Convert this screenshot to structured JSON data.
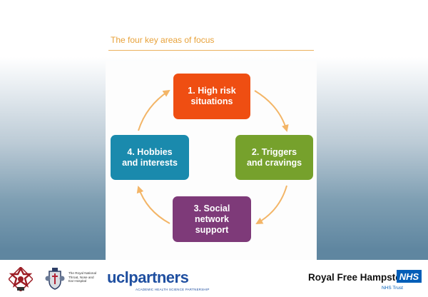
{
  "slide": {
    "title": "The four key areas of focus"
  },
  "diagram": {
    "boxes": [
      {
        "label": "1. High risk\nsituations",
        "color": "#ef4e12"
      },
      {
        "label": "2. Triggers\nand cravings",
        "color": "#76a12c"
      },
      {
        "label": "3. Social\nnetwork\nsupport",
        "color": "#7e3a79"
      },
      {
        "label": "4. Hobbies\nand interests",
        "color": "#1a8aad"
      }
    ],
    "arrow_color": "#f3b567"
  },
  "footer": {
    "rntne_name": "The Royal National\nThroat, Nose and\nEar Hospital",
    "uclpartners": "uclpartners",
    "uclpartners_tagline": "ACADEMIC HEALTH SCIENCE PARTNERSHIP",
    "trust_name": "Royal Free Hampstead",
    "nhs_logo": "NHS",
    "nhs_trust": "NHS Trust",
    "icons": [
      "crest-logo-icon",
      "coat-of-arms-icon"
    ]
  }
}
